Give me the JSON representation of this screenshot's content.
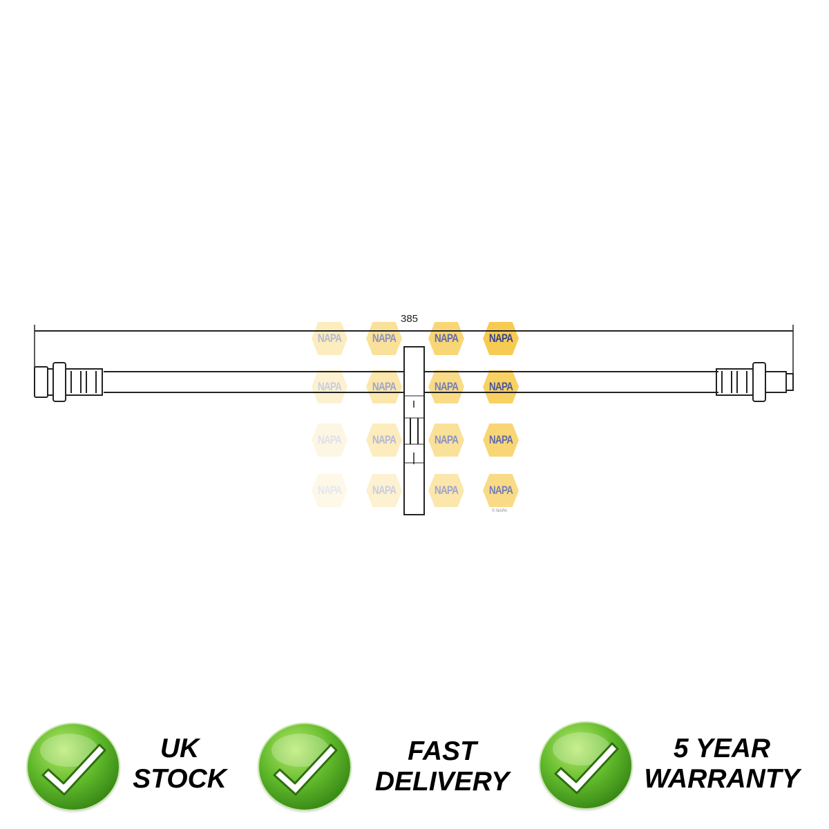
{
  "diagram": {
    "dimension_label": "385",
    "watermark_text": "NAPA",
    "copyright_text": "© NAPA"
  },
  "features": [
    {
      "icon": "green-checkmark-icon",
      "line1": "UK",
      "line2": "STOCK"
    },
    {
      "icon": "green-checkmark-icon",
      "line1": "FAST",
      "line2": "DELIVERY"
    },
    {
      "icon": "green-checkmark-icon",
      "line1": "5 YEAR",
      "line2": "WARRANTY"
    }
  ],
  "colors": {
    "check_green": "#4caf20",
    "watermark_yellow": "#f7c948",
    "watermark_blue": "#2b3990"
  }
}
